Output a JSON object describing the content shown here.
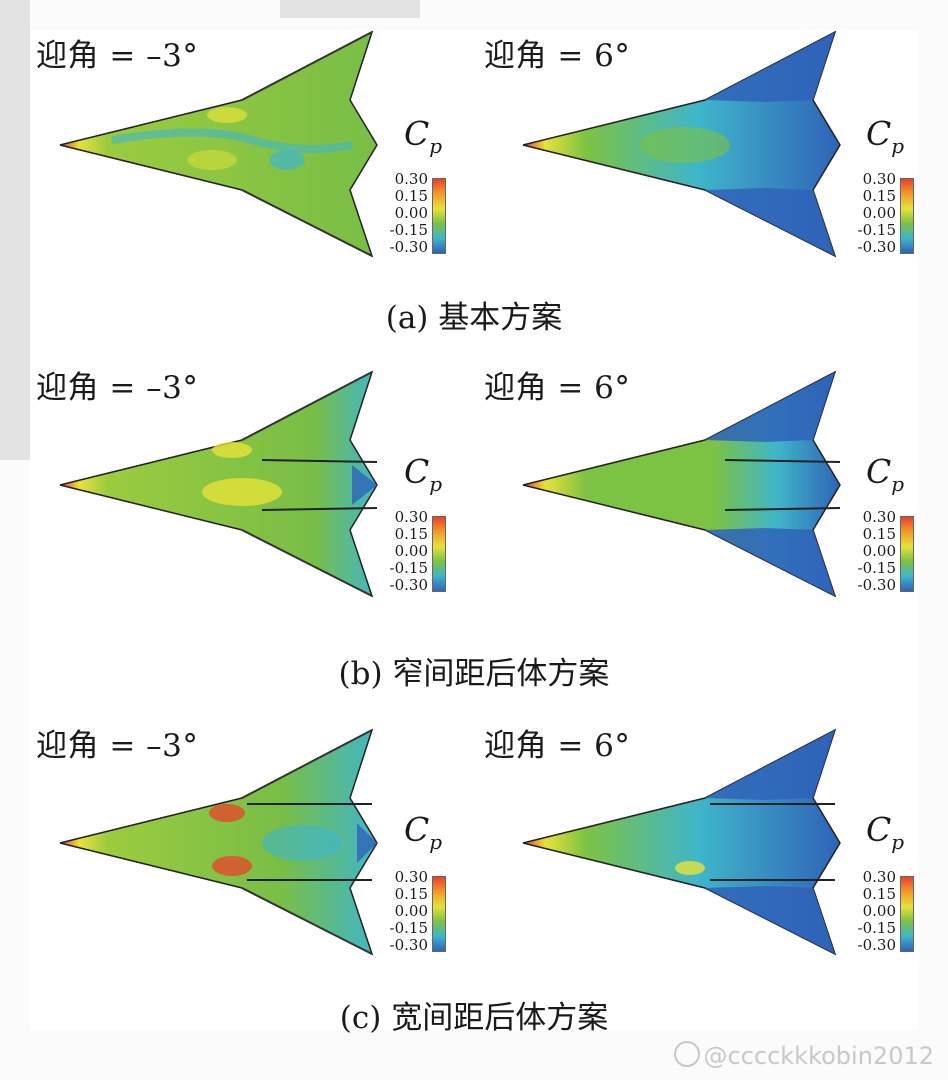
{
  "panels": [
    {
      "id": "a",
      "caption": "(a) 基本方案",
      "left_aoa": "迎角 = –3°",
      "right_aoa": "迎角 = 6°",
      "cp_symbol": "C",
      "cp_subscript": "p",
      "colorbar_ticks": [
        "0.30",
        "0.15",
        "0.00",
        "-0.15",
        "-0.30"
      ]
    },
    {
      "id": "b",
      "caption": "(b) 窄间距后体方案",
      "left_aoa": "迎角 = –3°",
      "right_aoa": "迎角 = 6°",
      "cp_symbol": "C",
      "cp_subscript": "p",
      "colorbar_ticks": [
        "0.30",
        "0.15",
        "0.00",
        "-0.15",
        "-0.30"
      ]
    },
    {
      "id": "c",
      "caption": "(c) 宽间距后体方案",
      "left_aoa": "迎角 = –3°",
      "right_aoa": "迎角 = 6°",
      "cp_symbol": "C",
      "cp_subscript": "p",
      "colorbar_ticks": [
        "0.30",
        "0.15",
        "0.00",
        "-0.15",
        "-0.30"
      ]
    }
  ],
  "colors": {
    "red": "#e8412a",
    "orange": "#f39a2a",
    "yellow": "#e6e23a",
    "green": "#7cc243",
    "cyan": "#3fb6c9",
    "blue": "#2f63b8",
    "dark_blue": "#2a4f9e"
  },
  "watermark": "@cccckkkobin2012"
}
